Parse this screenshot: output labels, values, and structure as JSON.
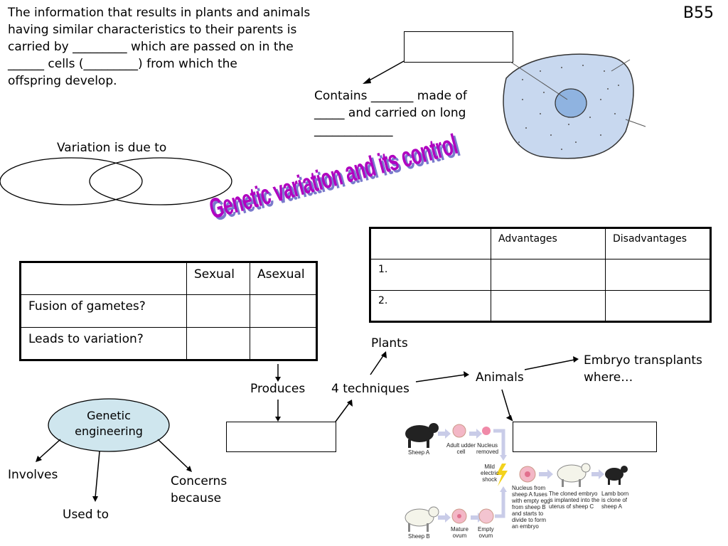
{
  "slide_code": "B55",
  "intro_text": [
    "The information that results in plants and animals",
    "having similar characteristics to their parents is",
    "carried by _________ which are passed on in the",
    "______ cells (_________) from which the",
    "offspring develop."
  ],
  "cell_note": [
    "Contains _______ made of",
    "_____ and carried on long",
    "_____________"
  ],
  "variation_label": "Variation is due to",
  "title": "Genetic variation and its control",
  "repro_table": {
    "headers": [
      "",
      "Sexual",
      "Asexual"
    ],
    "rows": [
      "Fusion of gametes?",
      "Leads to variation?"
    ]
  },
  "adv_table": {
    "headers": [
      "",
      "Advantages",
      "Disadvantages"
    ],
    "rows": [
      "1.",
      "2."
    ]
  },
  "flow": {
    "produces": "Produces",
    "techniques": "4 techniques",
    "plants": "Plants",
    "animals": "Animals",
    "embryo": [
      "Embryo transplants",
      "where…"
    ]
  },
  "genetic_engineering": {
    "label": [
      "Genetic",
      "engineering"
    ],
    "involves": "Involves",
    "used_to": "Used to",
    "concerns": [
      "Concerns",
      "because"
    ]
  },
  "cloning_diagram": {
    "sheep_a": "Sheep A",
    "adult_udder_cell": [
      "Adult udder",
      "cell"
    ],
    "nucleus_removed": [
      "Nucleus",
      "removed"
    ],
    "mild_shock": [
      "Mild",
      "electric",
      "shock"
    ],
    "fuse_text": [
      "Nucleus from",
      "sheep A fuses",
      "with empty egg",
      "from sheep B",
      "and starts to",
      "divide to form",
      "an embryo"
    ],
    "implanted_text": [
      "The cloned embryo",
      "is implanted into the",
      "uterus of sheep C"
    ],
    "lamb_text": [
      "Lamb born",
      "is clone of",
      "sheep A"
    ],
    "sheep_b": "Sheep B",
    "mature_ovum": [
      "Mature",
      "ovum"
    ],
    "empty_ovum": [
      "Empty",
      "ovum"
    ]
  },
  "colors": {
    "title": "#b000c0",
    "title_shadow": "#7a7acc",
    "cytoplasm": "#c8d8ef",
    "nucleus": "#8fb3e0",
    "ge_ellipse": "#cfe6ee"
  }
}
